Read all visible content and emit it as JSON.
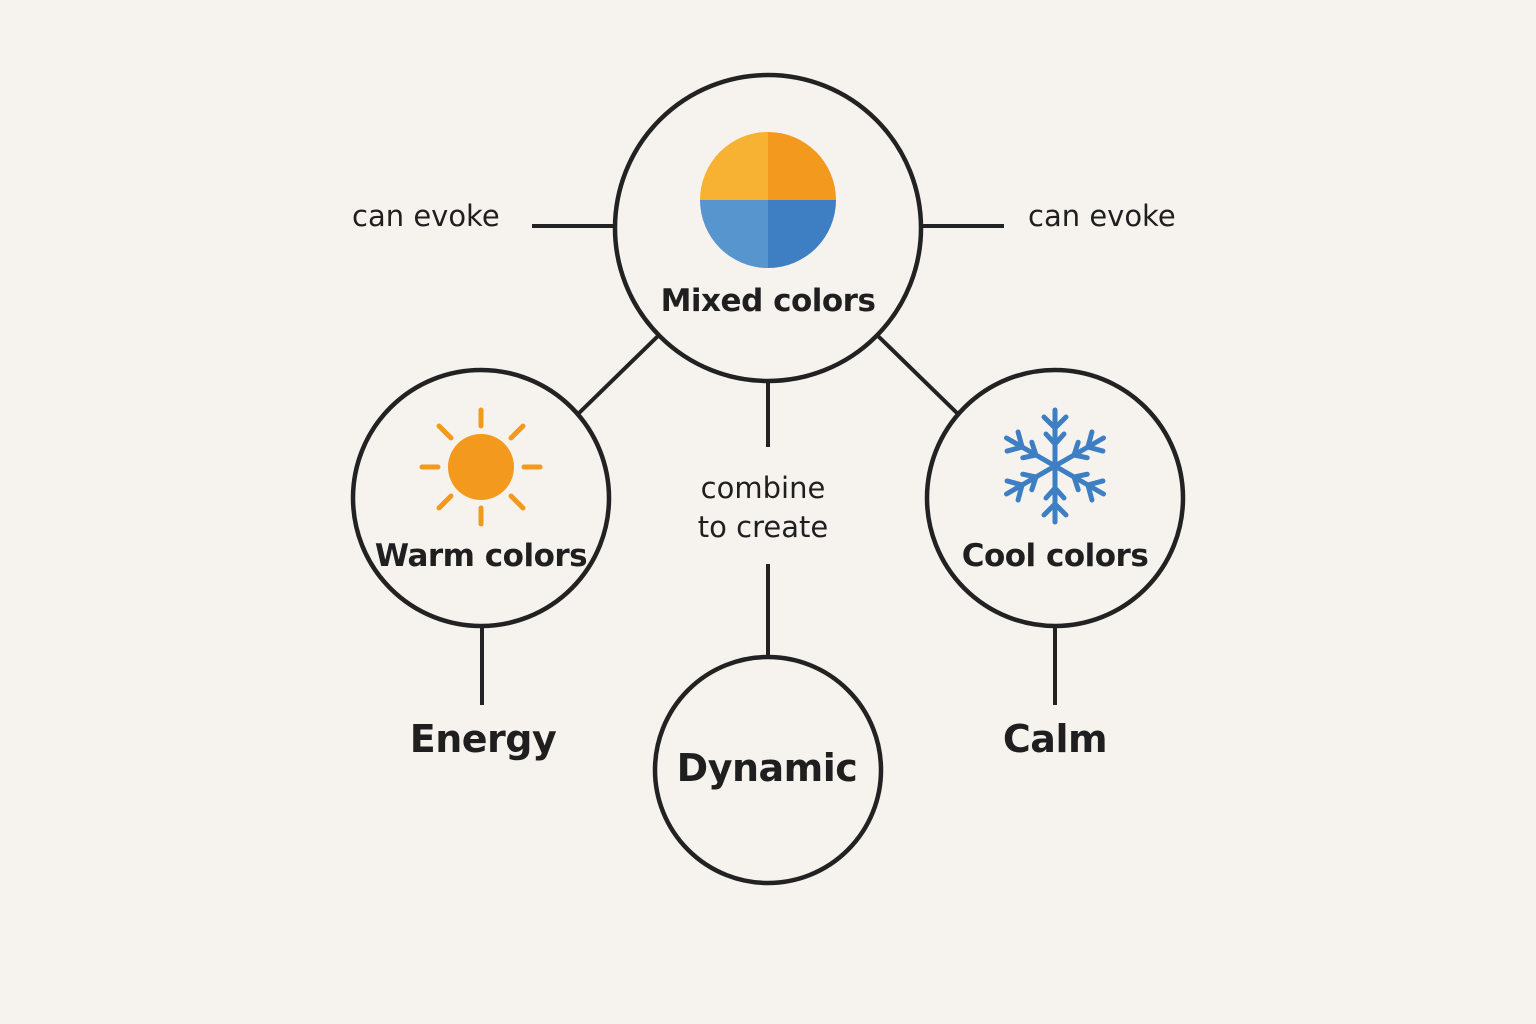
{
  "colors": {
    "background": "#f6f3ef",
    "line": "#222222",
    "warm": "#f39a1e",
    "warm_light": "#f7b133",
    "cool": "#3d7fc2",
    "cool_light": "#5695cd"
  },
  "nodes": {
    "mixed": {
      "label": "Mixed colors",
      "icon": "half-orange-half-blue-circle-icon"
    },
    "warm": {
      "label": "Warm colors",
      "icon": "sun-icon"
    },
    "cool": {
      "label": "Cool colors",
      "icon": "snowflake-icon"
    },
    "dynamic": {
      "label": "Dynamic"
    }
  },
  "edges": {
    "left_evoke": "can evoke",
    "right_evoke": "can evoke",
    "combine": {
      "line1": "combine",
      "line2": "to create"
    }
  },
  "outcomes": {
    "energy": "Energy",
    "calm": "Calm"
  }
}
